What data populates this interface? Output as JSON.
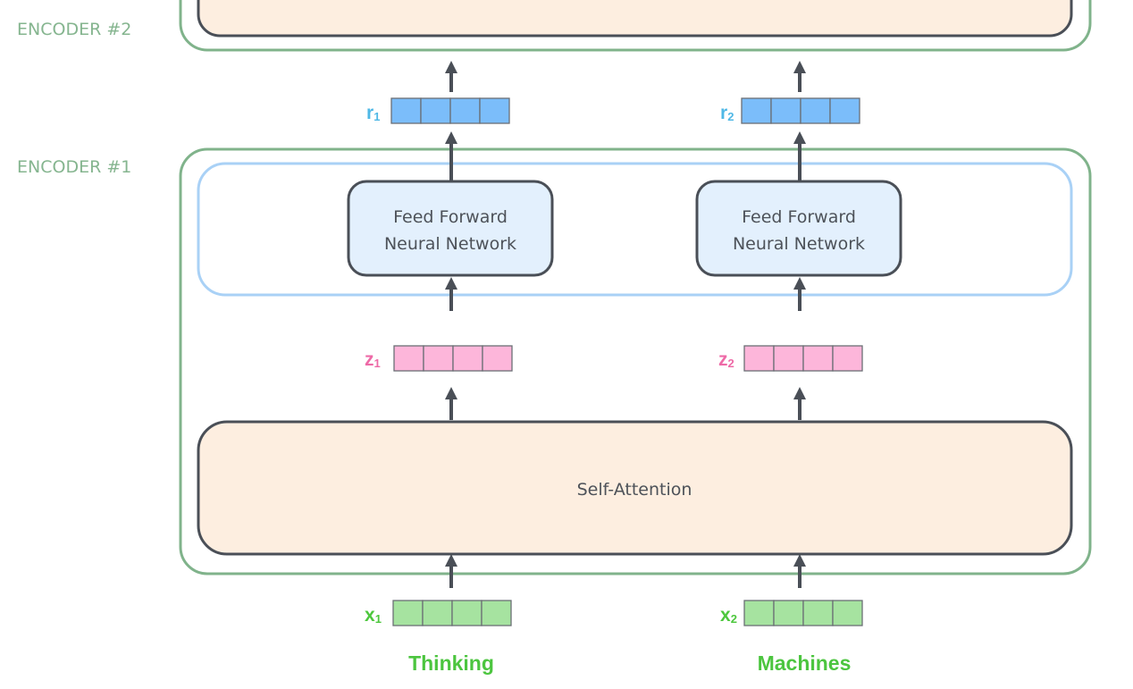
{
  "encoders": [
    {
      "label": "ENCODER #2"
    },
    {
      "label": "ENCODER #1",
      "ffn_label_line1": "Feed Forward",
      "ffn_label_line2": "Neural Network",
      "self_attention_label": "Self-Attention"
    }
  ],
  "tokens": [
    {
      "word": "Thinking",
      "x": {
        "base": "x",
        "sub": "1"
      },
      "z": {
        "base": "z",
        "sub": "1"
      },
      "r": {
        "base": "r",
        "sub": "1"
      }
    },
    {
      "word": "Machines",
      "x": {
        "base": "x",
        "sub": "2"
      },
      "z": {
        "base": "z",
        "sub": "2"
      },
      "r": {
        "base": "r",
        "sub": "2"
      }
    }
  ],
  "colors": {
    "encoder_border": "#80b38b",
    "ffn_group_border": "#a9d1f6",
    "ffn_fill": "#e3f0fd",
    "self_attention_fill": "#fdeee0",
    "box_border": "#4a4f57",
    "x_vector": "#a6e3a0",
    "z_vector": "#fdb6da",
    "r_vector": "#7bbdfa",
    "x_label": "#4dc73d",
    "z_label": "#ee6aa7",
    "r_label": "#4fb8e6",
    "arrow": "#4a4f57"
  }
}
